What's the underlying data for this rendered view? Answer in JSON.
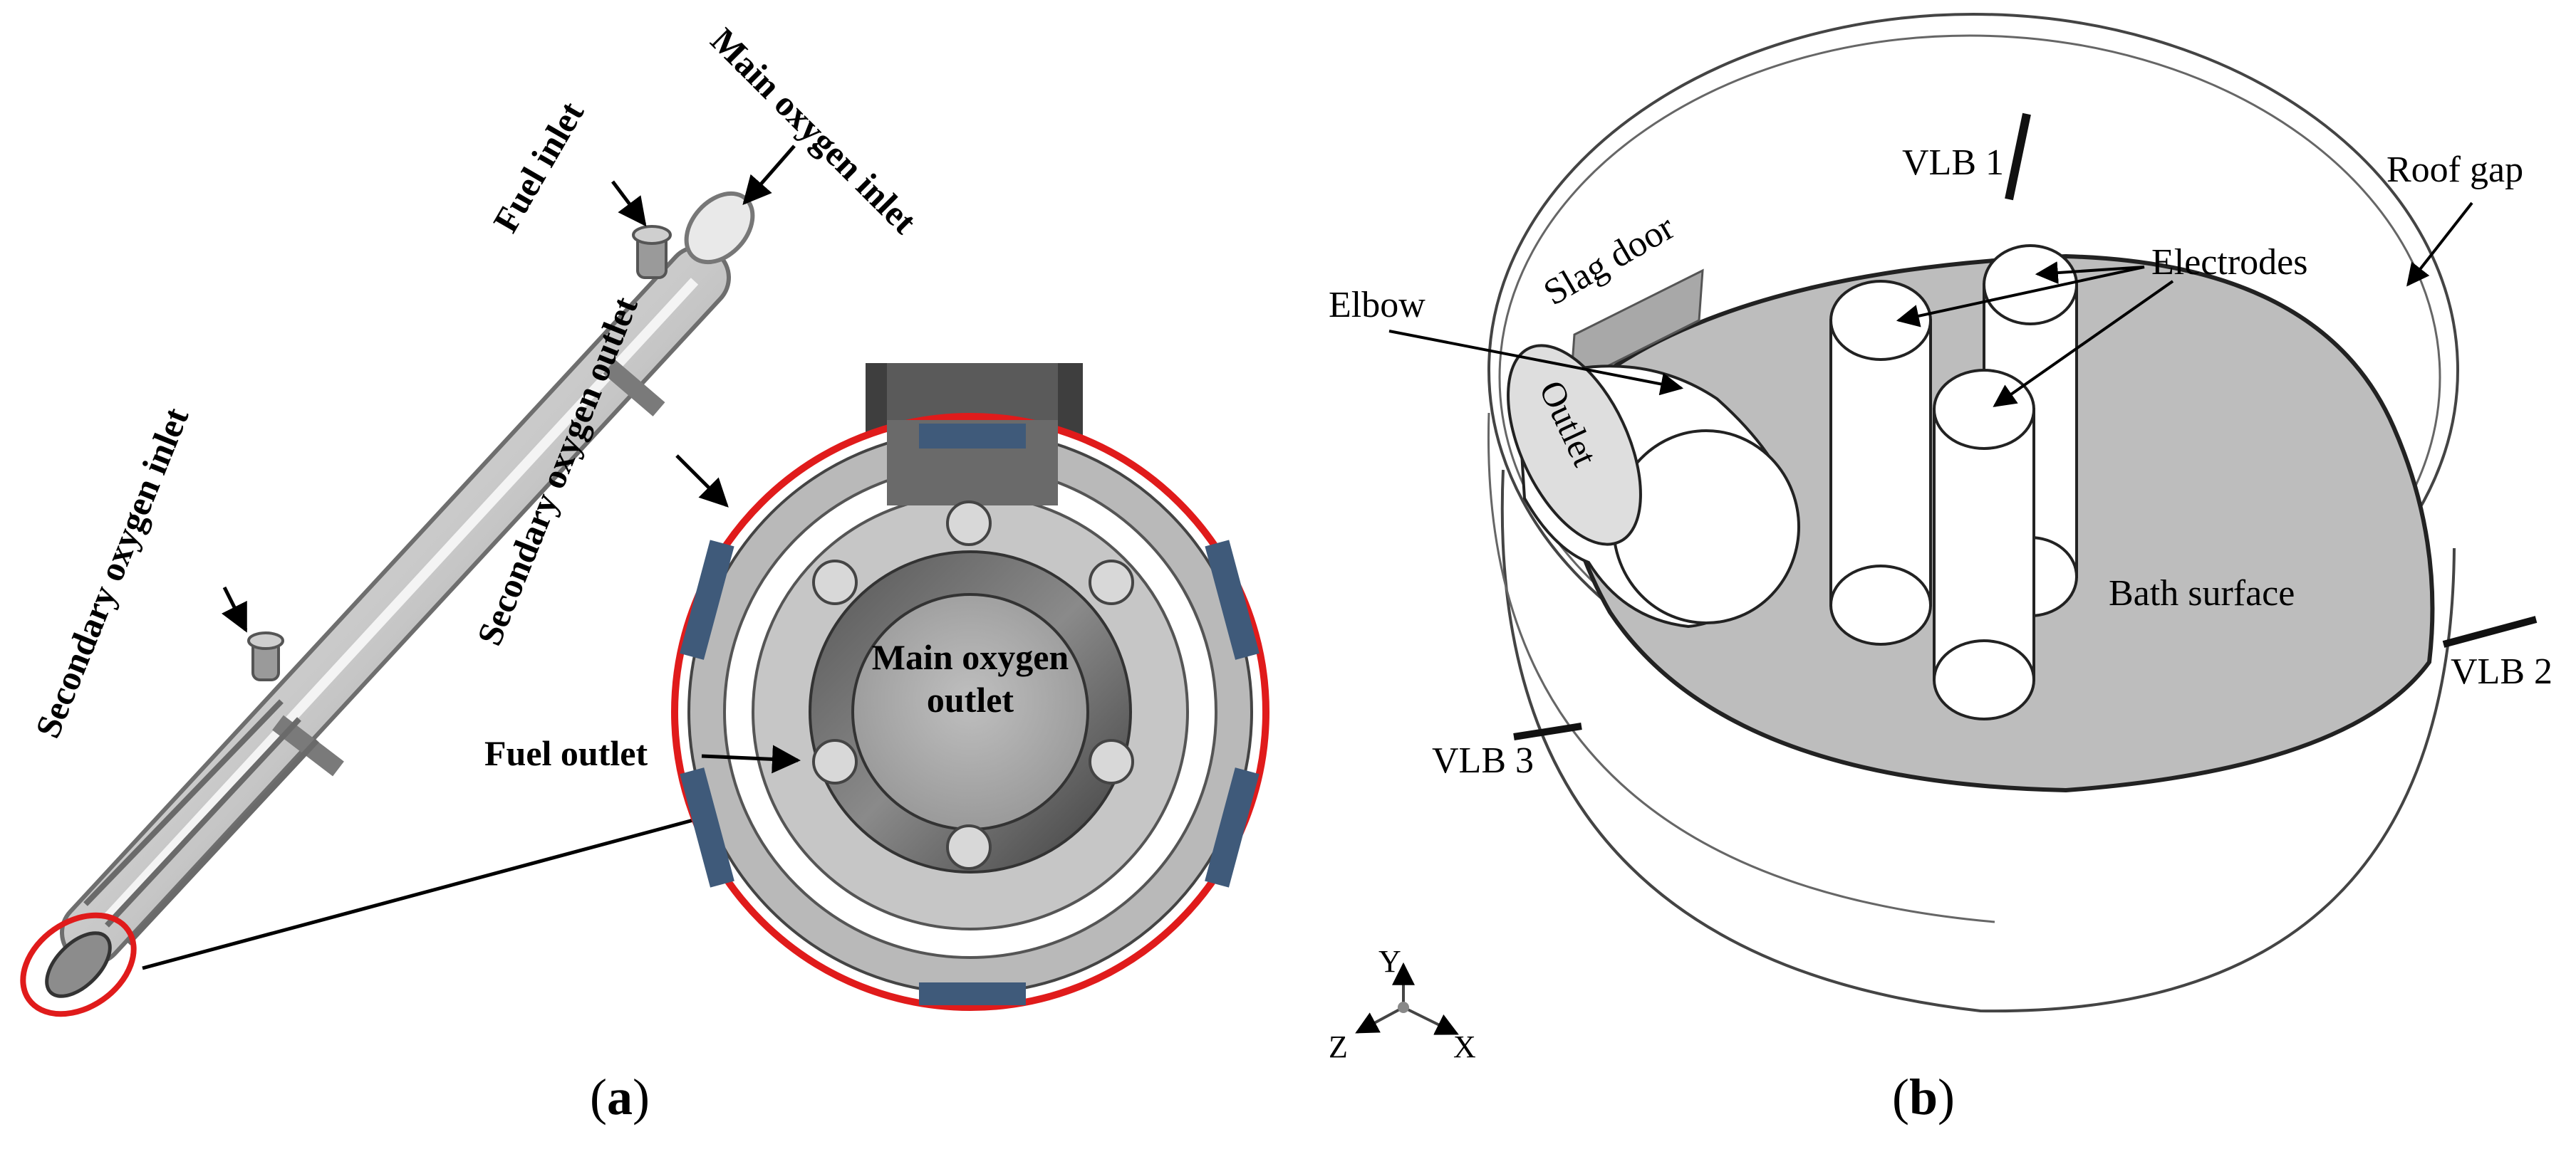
{
  "panel_a": {
    "labels": {
      "fuel_inlet": "Fuel inlet",
      "main_oxygen_inlet": "Main oxygen inlet",
      "secondary_oxygen_outlet": "Secondary oxygen outlet",
      "secondary_oxygen_inlet": "Secondary oxygen inlet",
      "main_oxygen_outlet_line1": "Main oxygen",
      "main_oxygen_outlet_line2": "outlet",
      "fuel_outlet": "Fuel outlet"
    },
    "caption": "a"
  },
  "panel_b": {
    "labels": {
      "vlb1": "VLB 1",
      "roof_gap": "Roof gap",
      "slag_door": "Slag door",
      "electrodes": "Electrodes",
      "elbow": "Elbow",
      "outlet": "Outlet",
      "bath_surface": "Bath surface",
      "vlb2": "VLB 2",
      "vlb3": "VLB 3"
    },
    "axes": {
      "y": "Y",
      "z": "Z",
      "x": "X"
    },
    "caption": "b"
  },
  "colors": {
    "highlight_red": "#e01b1b",
    "bath_gray": "#bdbdbd",
    "steel_dark": "#6f6f6f",
    "blue_segment": "#3f5a7a"
  }
}
